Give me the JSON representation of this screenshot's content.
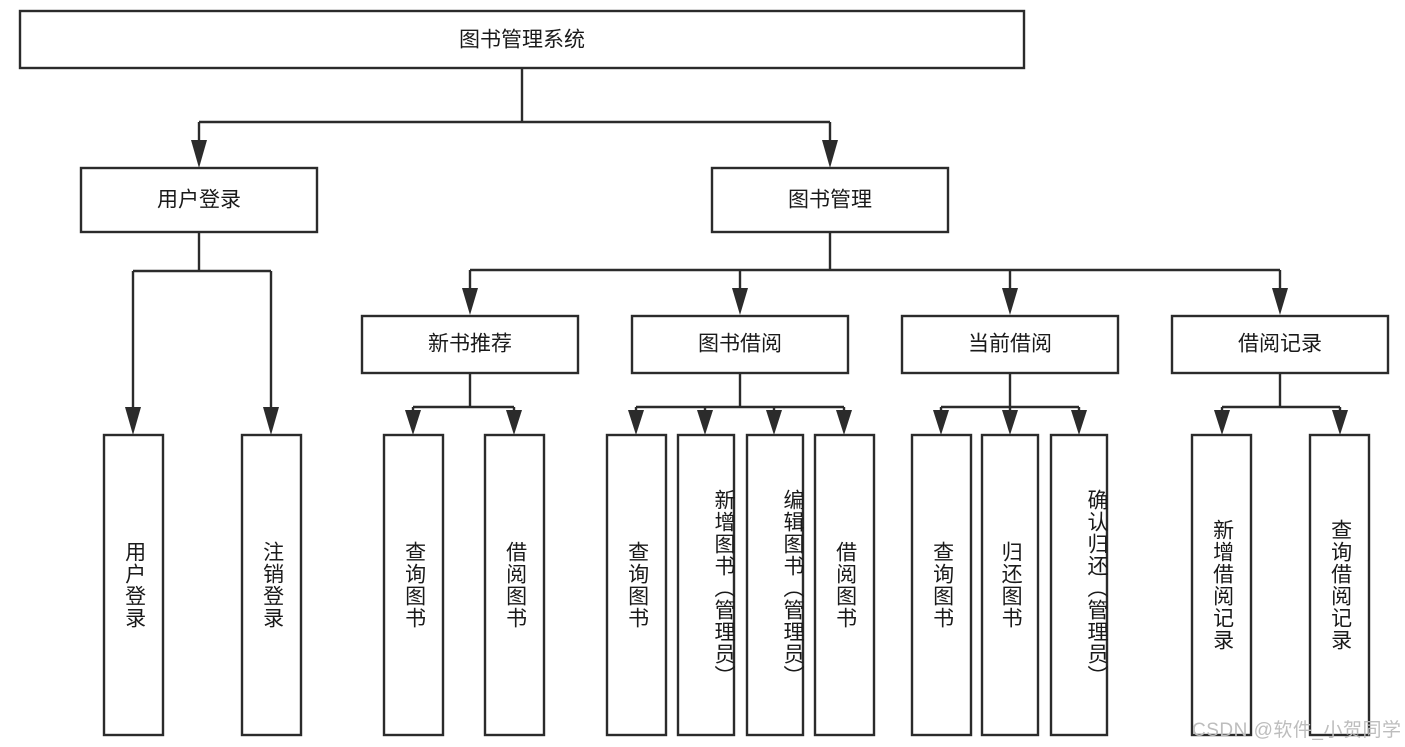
{
  "diagram": {
    "type": "tree",
    "title": "图书管理系统",
    "watermark": "CSDN @软件_小贺同学",
    "colors": {
      "stroke": "#2b2b2b",
      "fill": "#ffffff",
      "text": "#1a1a1a",
      "watermark": "#bdbdbd",
      "background": "#ffffff"
    },
    "root": {
      "label": "图书管理系统"
    },
    "level1": [
      {
        "label": "用户登录"
      },
      {
        "label": "图书管理"
      }
    ],
    "level2": [
      {
        "label": "新书推荐"
      },
      {
        "label": "图书借阅"
      },
      {
        "label": "当前借阅"
      },
      {
        "label": "借阅记录"
      }
    ],
    "leaves": {
      "用户登录": [
        {
          "label": "用户登录"
        },
        {
          "label": "注销登录"
        }
      ],
      "新书推荐": [
        {
          "label": "查询图书"
        },
        {
          "label": "借阅图书"
        }
      ],
      "图书借阅": [
        {
          "label": "查询图书"
        },
        {
          "label": "新增图书（管理员）"
        },
        {
          "label": "编辑图书（管理员）"
        },
        {
          "label": "借阅图书"
        }
      ],
      "当前借阅": [
        {
          "label": "查询图书"
        },
        {
          "label": "归还图书"
        },
        {
          "label": "确认归还（管理员）"
        }
      ],
      "借阅记录": [
        {
          "label": "新增借阅记录"
        },
        {
          "label": "查询借阅记录"
        }
      ]
    },
    "leaf_labels_ordered": [
      "用户登录",
      "注销登录",
      "查询图书",
      "借阅图书",
      "查询图书",
      "新增图书（管理员）",
      "编辑图书（管理员）",
      "借阅图书",
      "查询图书",
      "归还图书",
      "确认归还（管理员）",
      "新增借阅记录",
      "查询借阅记录"
    ]
  }
}
